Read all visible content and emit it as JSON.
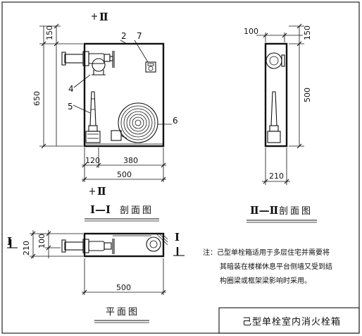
{
  "labels": {
    "section_mark_top": "Ⅱ",
    "section_mark_bottom": "Ⅱ",
    "section_mark_plan_left": "Ⅰ",
    "section_mark_plan_right": "Ⅰ",
    "part_2": "2",
    "part_7": "7",
    "part_4": "4",
    "part_5": "5",
    "part_6": "6"
  },
  "dims": {
    "top_offset": "150",
    "height_total": "650",
    "left_offset": "120",
    "right_span": "380",
    "width_total": "500",
    "side_100": "100",
    "side_150": "150",
    "side_500": "500",
    "side_210": "210",
    "plan_210": "210",
    "plan_100": "100",
    "plan_500": "500"
  },
  "titles": {
    "sec1_roman": "Ⅰ—Ⅰ",
    "sec1_cn": "剖面图",
    "sec2_roman": "Ⅱ—Ⅱ",
    "sec2_cn": "剖面图",
    "plan_cn": "平面图"
  },
  "note": {
    "line1": "注：己型单栓箱适用于多层住宅并需要将",
    "line2": "其暗装在楼梯休息平台侧墙又受到结",
    "line3": "构圈梁或框架梁影响时采用。"
  },
  "title_block": {
    "text": "己型单栓室内消火栓箱"
  }
}
